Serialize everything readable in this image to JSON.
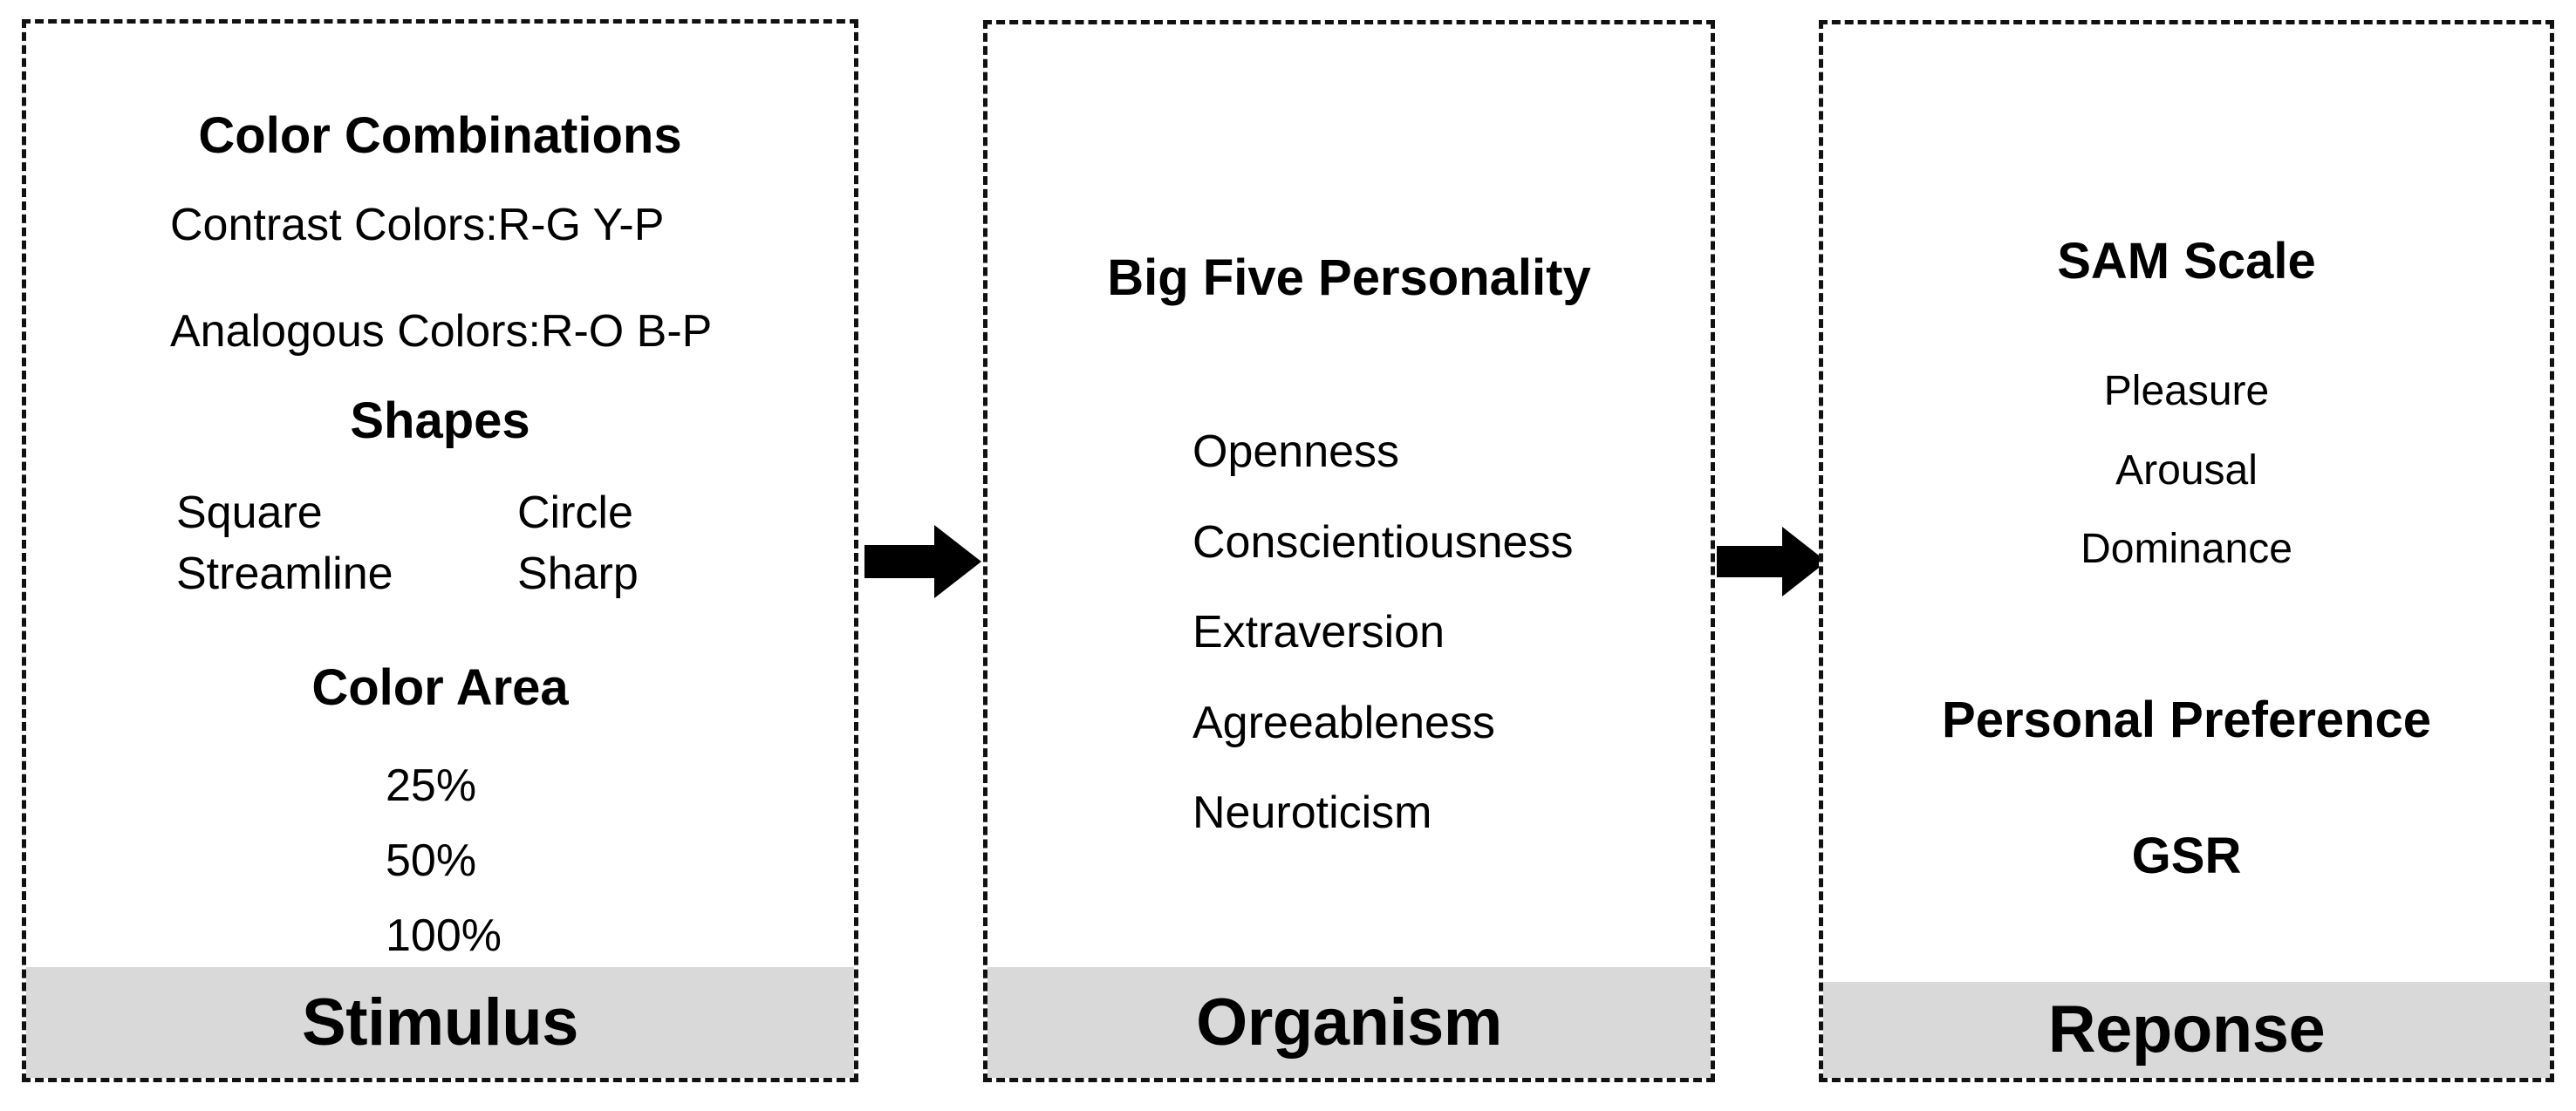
{
  "diagram": {
    "type": "S-O-R framework",
    "colors": {
      "footer_band": "#D9D9D9",
      "border": "#111111",
      "background": "#FFFFFF",
      "text": "#000000"
    },
    "panels": [
      {
        "footer_label": "Stimulus",
        "sections": [
          {
            "heading": "Color Combinations",
            "lines": [
              "Contrast Colors:R-G  Y-P",
              "Analogous Colors:R-O  B-P"
            ]
          },
          {
            "heading": "Shapes",
            "column_left": [
              "Square",
              "Streamline"
            ],
            "column_right": [
              "Circle",
              "Sharp"
            ]
          },
          {
            "heading": "Color Area",
            "lines": [
              "25%",
              "50%",
              "100%"
            ]
          }
        ]
      },
      {
        "footer_label": "Organism",
        "sections": [
          {
            "heading": "Big Five Personality",
            "lines": [
              "Openness",
              "Conscientiousness",
              "Extraversion",
              "Agreeableness",
              "Neuroticism"
            ]
          }
        ]
      },
      {
        "footer_label": "Reponse",
        "sections": [
          {
            "heading": "SAM Scale",
            "lines": [
              "Pleasure",
              "Arousal",
              "Dominance"
            ]
          },
          {
            "heading": "Personal Preference",
            "lines": []
          },
          {
            "heading": "GSR",
            "lines": []
          }
        ]
      }
    ],
    "arrows": [
      {
        "name": "arrow-stimulus-to-organism",
        "direction": "right"
      },
      {
        "name": "arrow-organism-to-response",
        "direction": "right"
      }
    ]
  }
}
